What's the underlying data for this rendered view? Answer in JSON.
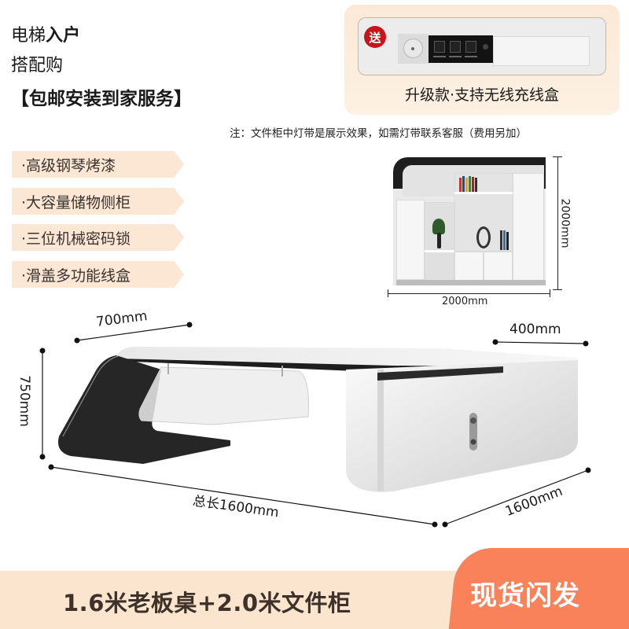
{
  "headline": {
    "line1_regular": "电梯",
    "line1_bold": "入户",
    "line2": "搭配购",
    "line3": "【包邮安装到家服务】"
  },
  "gift_card": {
    "badge": "送",
    "caption": "升级款·支持无线充线盒"
  },
  "note": "注：文件柜中灯带是展示效果，如需灯带联系客服（费用另加）",
  "features": [
    {
      "label": "·高级钢琴烤漆"
    },
    {
      "label": "·大容量储物侧柜"
    },
    {
      "label": "·三位机械密码锁"
    },
    {
      "label": "·滑盖多功能线盒"
    }
  ],
  "cabinet_dimensions": {
    "width": "2000mm",
    "height": "2000mm"
  },
  "desk_dimensions": {
    "depth": "700mm",
    "height": "750mm",
    "side_cabinet_width": "400mm",
    "total_length": "总长1600mm",
    "side_length": "1600mm"
  },
  "banner": {
    "title": "1.6米老板桌+2.0米文件柜",
    "stock_tag": "现货闪发"
  },
  "colors": {
    "feature_bg": "#fbe7d3",
    "banner_bg": "#fce5cf",
    "accent_orange": "#f9825a",
    "badge_red": "#c8141b",
    "title_brown": "#3d3129"
  }
}
